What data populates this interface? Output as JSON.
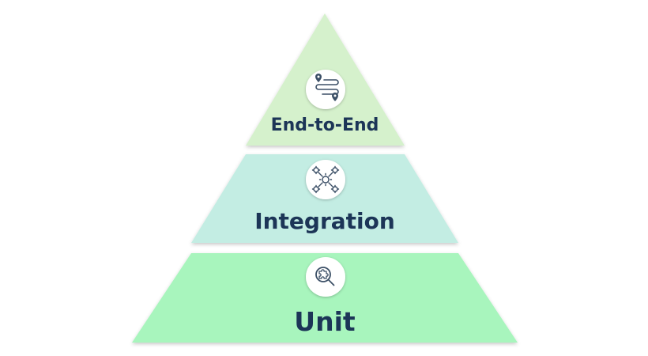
{
  "pyramid": {
    "tiers": [
      {
        "label": "End-to-End",
        "icon": "route-map-pins-icon",
        "color": "#d5f1cc"
      },
      {
        "label": "Integration",
        "icon": "network-gear-icon",
        "color": "#c3ede3"
      },
      {
        "label": "Unit",
        "icon": "magnifier-puzzle-icon",
        "color": "#a8f5bd"
      }
    ],
    "text_color": "#1c3557",
    "icon_color": "#3b4f66"
  }
}
